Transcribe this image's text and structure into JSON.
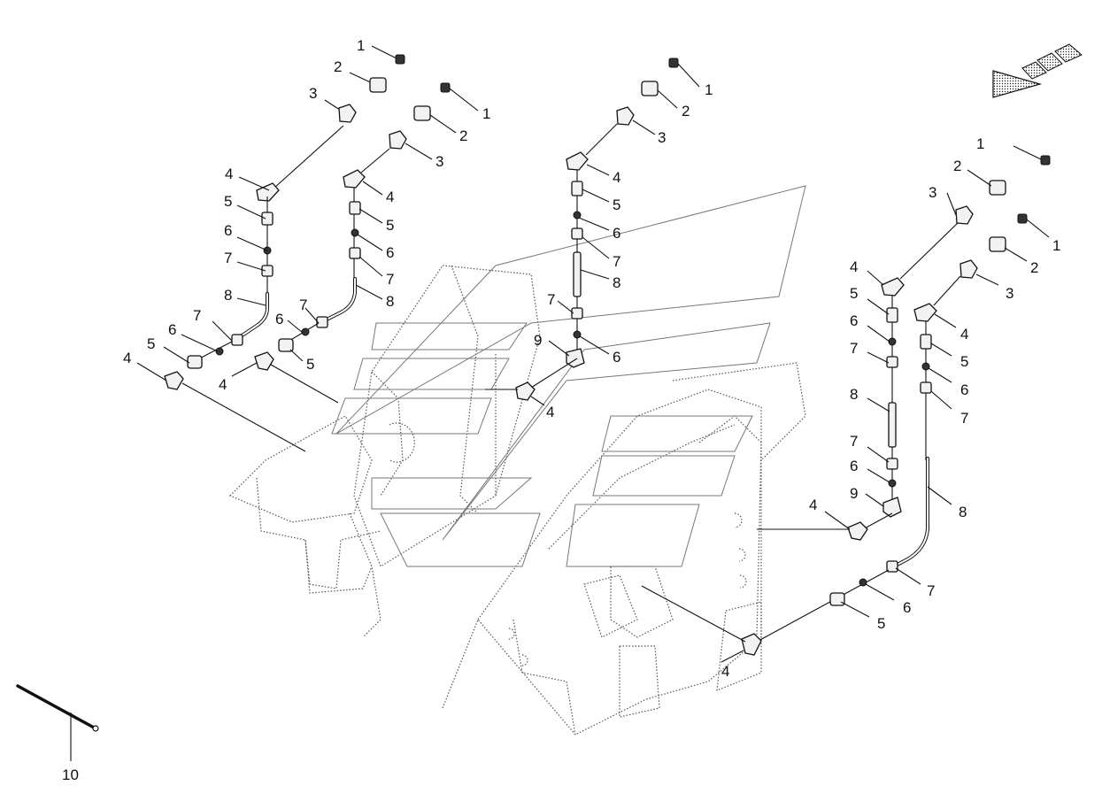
{
  "diagram": {
    "callouts": {
      "one": "1",
      "two": "2",
      "three": "3",
      "four": "4",
      "five": "5",
      "six": "6",
      "seven": "7",
      "eight": "8",
      "nine": "9",
      "ten": "10"
    },
    "icons": {
      "direction": "direction-arrow-icon"
    }
  }
}
